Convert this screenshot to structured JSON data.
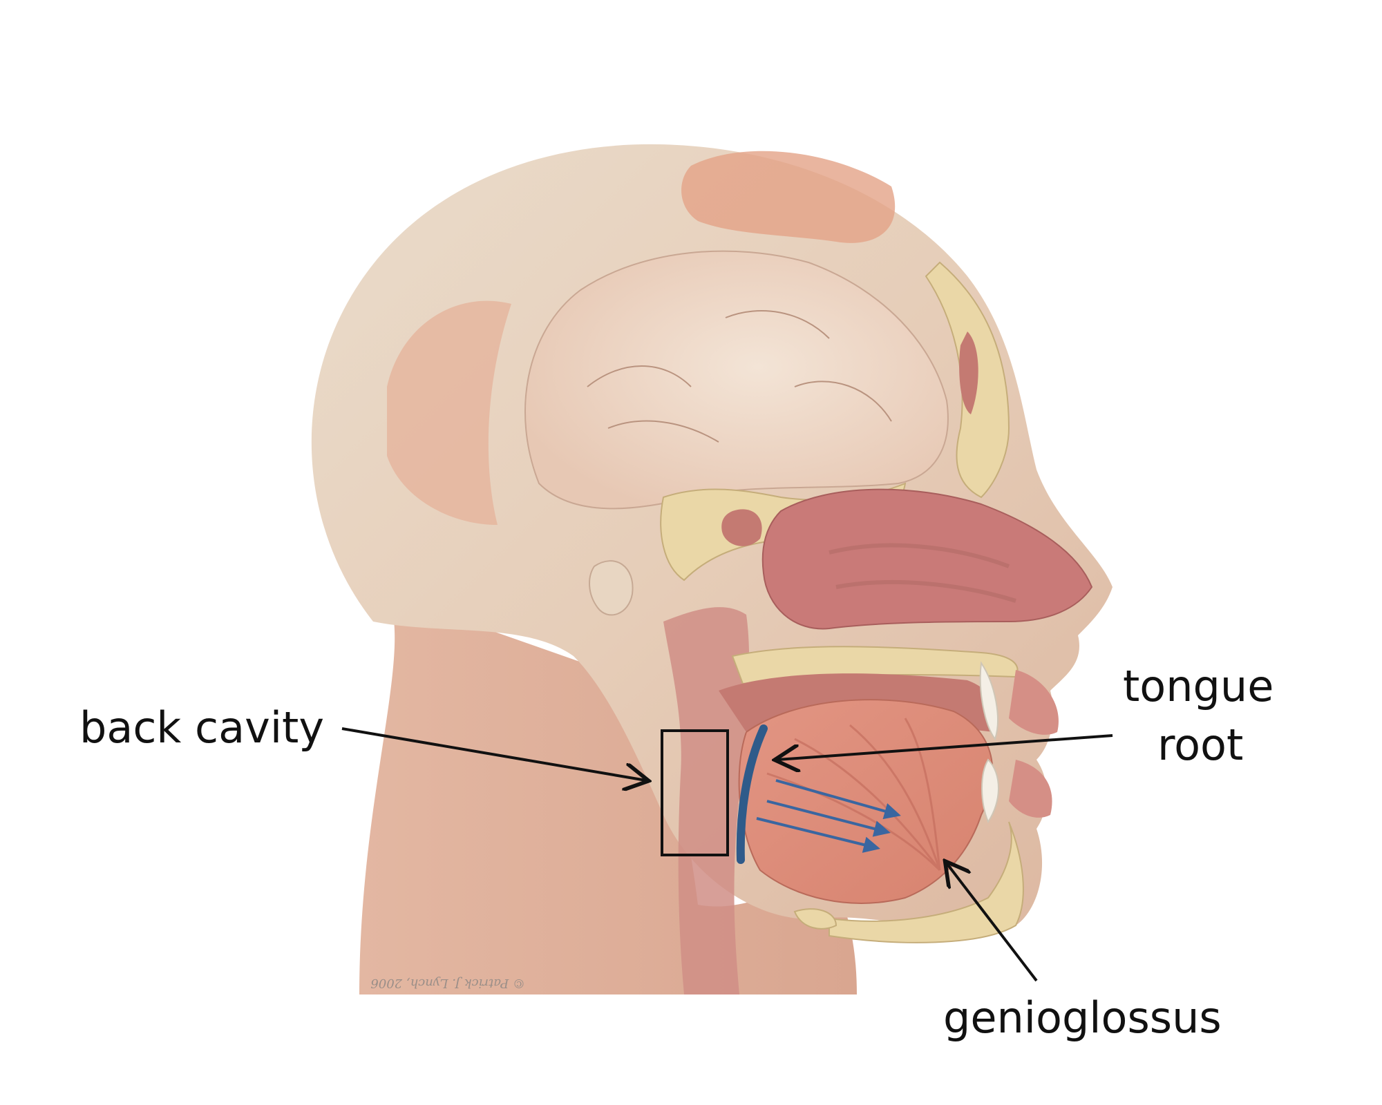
{
  "diagram": {
    "labels": {
      "back_cavity": "back cavity",
      "tongue_root_line1": "tongue",
      "tongue_root_line2": "root",
      "genioglossus": "genioglossus"
    },
    "copyright": "© Patrick J. Lynch, 2006",
    "colors": {
      "annotation_line": "#111111",
      "tongue_root_marker": "#2f5b8a",
      "muscle_arrows": "#3a66a0",
      "skin": "#e9d7c4",
      "muscle": "#d99b86",
      "cavity": "#c97a78",
      "bone": "#ead7a7"
    },
    "icons": {
      "head_illustration": "sagittal-head-section-illustration"
    }
  }
}
